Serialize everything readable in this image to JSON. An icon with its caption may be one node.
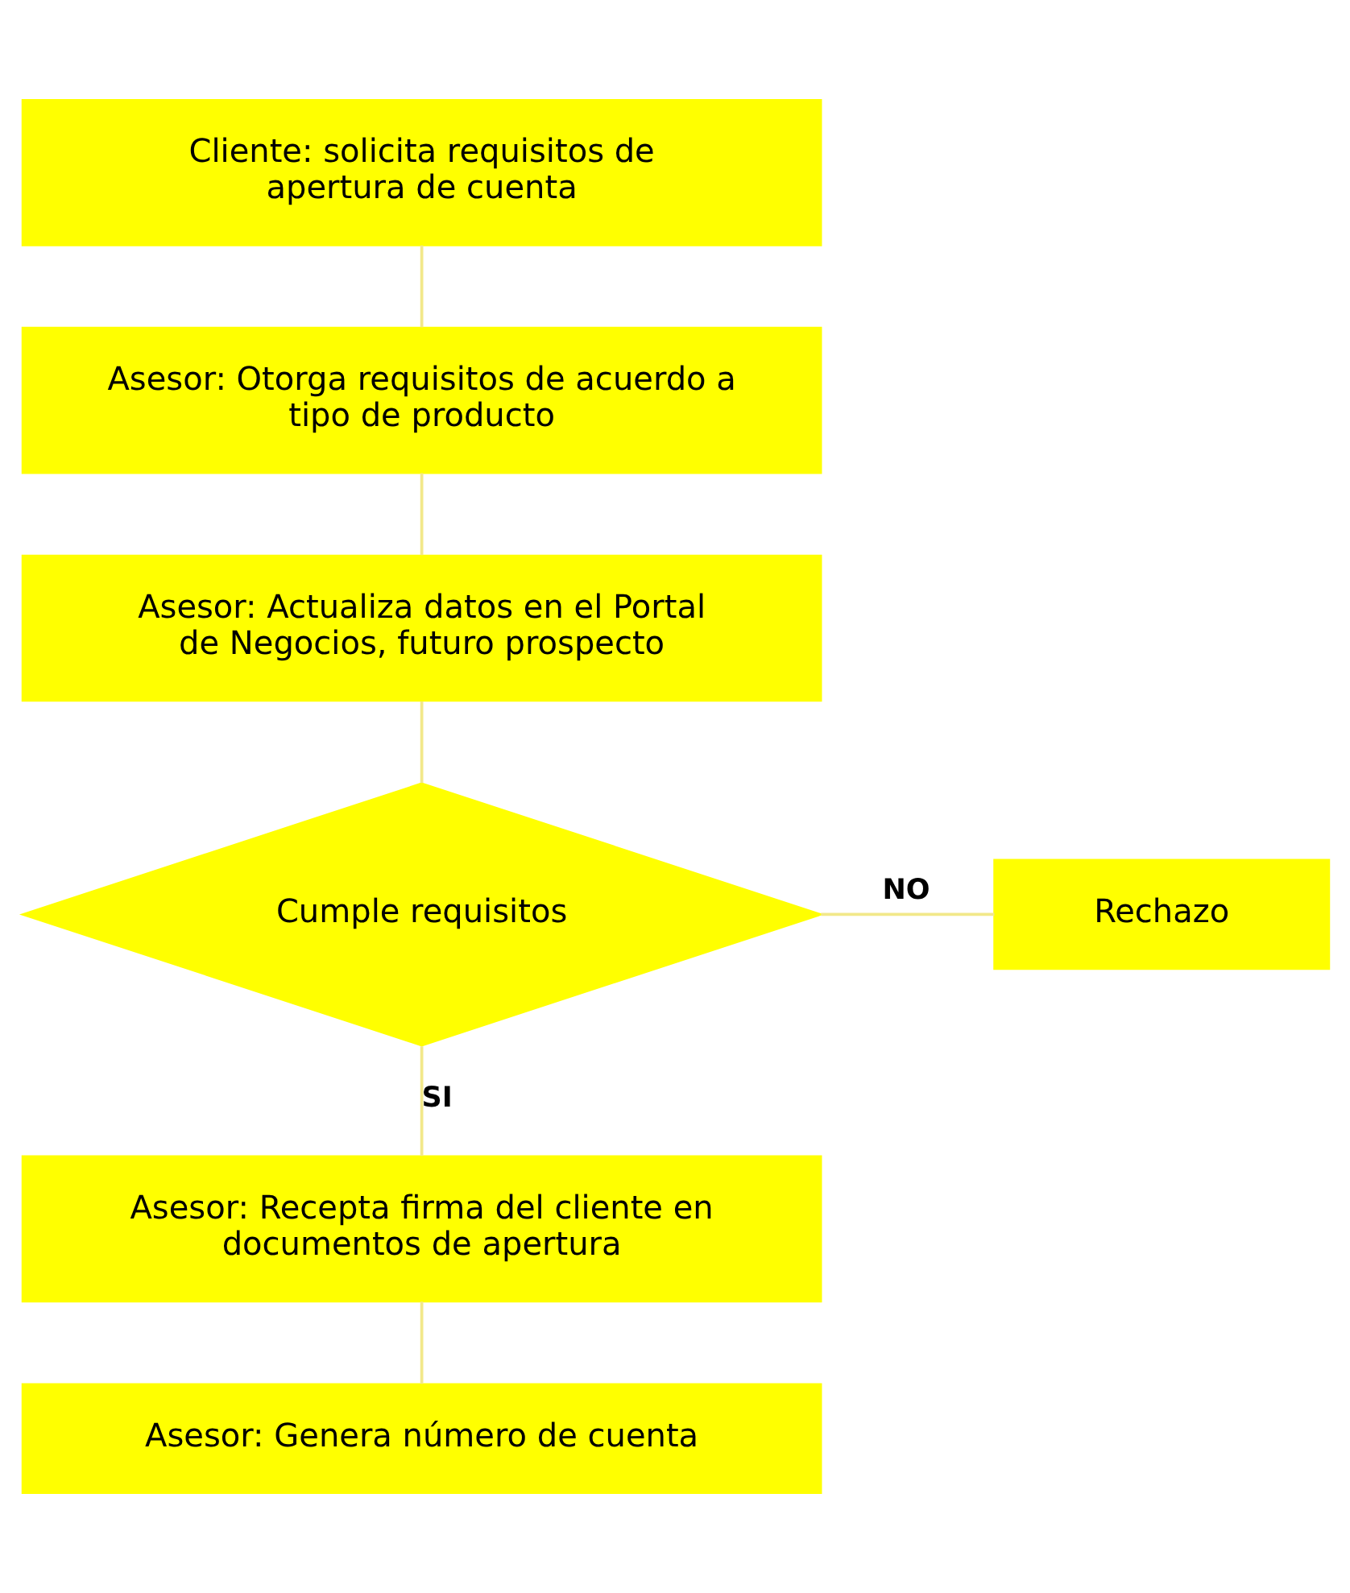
{
  "diagram": {
    "nodes": [
      {
        "text": [
          "Cliente: solicita requisitos de apertura de cuenta"
        ]
      },
      {
        "text": [
          "Asesor: Otorga requisitos de acuerdo a tipo de producto"
        ]
      },
      {
        "text": [
          "Asesor: Actualiza datos en el Portal de Negocios, futuro prospecto"
        ]
      },
      {
        "text": [
          "Cumple requisitos"
        ]
      },
      {
        "text": [
          "Rechazo"
        ]
      },
      {
        "text": [
          "Asesor: Recepta firma del cliente en documentos de apertura"
        ]
      },
      {
        "text": [
          "Asesor: Genera número de cuenta"
        ]
      }
    ],
    "edges": [
      {
        "from": 0,
        "to": 1,
        "arrow": "none"
      },
      {
        "from": 1,
        "to": 2,
        "arrow": "none"
      },
      {
        "from": 2,
        "to": 3,
        "arrow": "none"
      },
      {
        "from": 3,
        "to": 4,
        "arrow": "none",
        "label": "NO"
      },
      {
        "from": 3,
        "to": 5,
        "arrow": "none",
        "label": "SI"
      },
      {
        "from": 5,
        "to": 6,
        "arrow": "none"
      }
    ]
  }
}
